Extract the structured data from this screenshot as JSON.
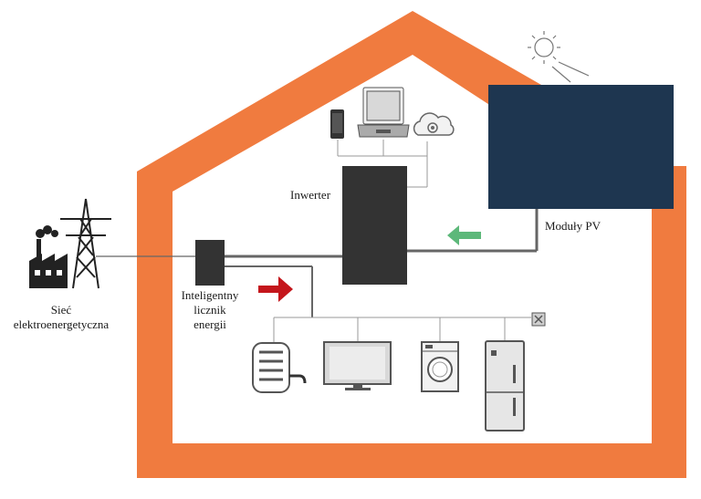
{
  "labels": {
    "inverter": "Inwerter",
    "pv_modules": "Moduły PV",
    "grid_line1": "Sieć",
    "grid_line2": "elektroenergetyczna",
    "meter_line1": "Inteligentny",
    "meter_line2": "licznik",
    "meter_line3": "energii"
  },
  "colors": {
    "house_outline": "#F07B3F",
    "pv_panel": "#1E3650",
    "device_dark": "#333333",
    "wire": "#555555",
    "arrow_green": "#5DB87A",
    "arrow_red": "#C4161C",
    "icon_gray": "#8A8A8A"
  },
  "icons": [
    "sun-icon",
    "smartphone-icon",
    "laptop-icon",
    "cloud-icon",
    "power-tower-icon",
    "factory-icon",
    "water-heater-icon",
    "tv-icon",
    "washing-machine-icon",
    "fridge-icon",
    "socket-icon"
  ]
}
